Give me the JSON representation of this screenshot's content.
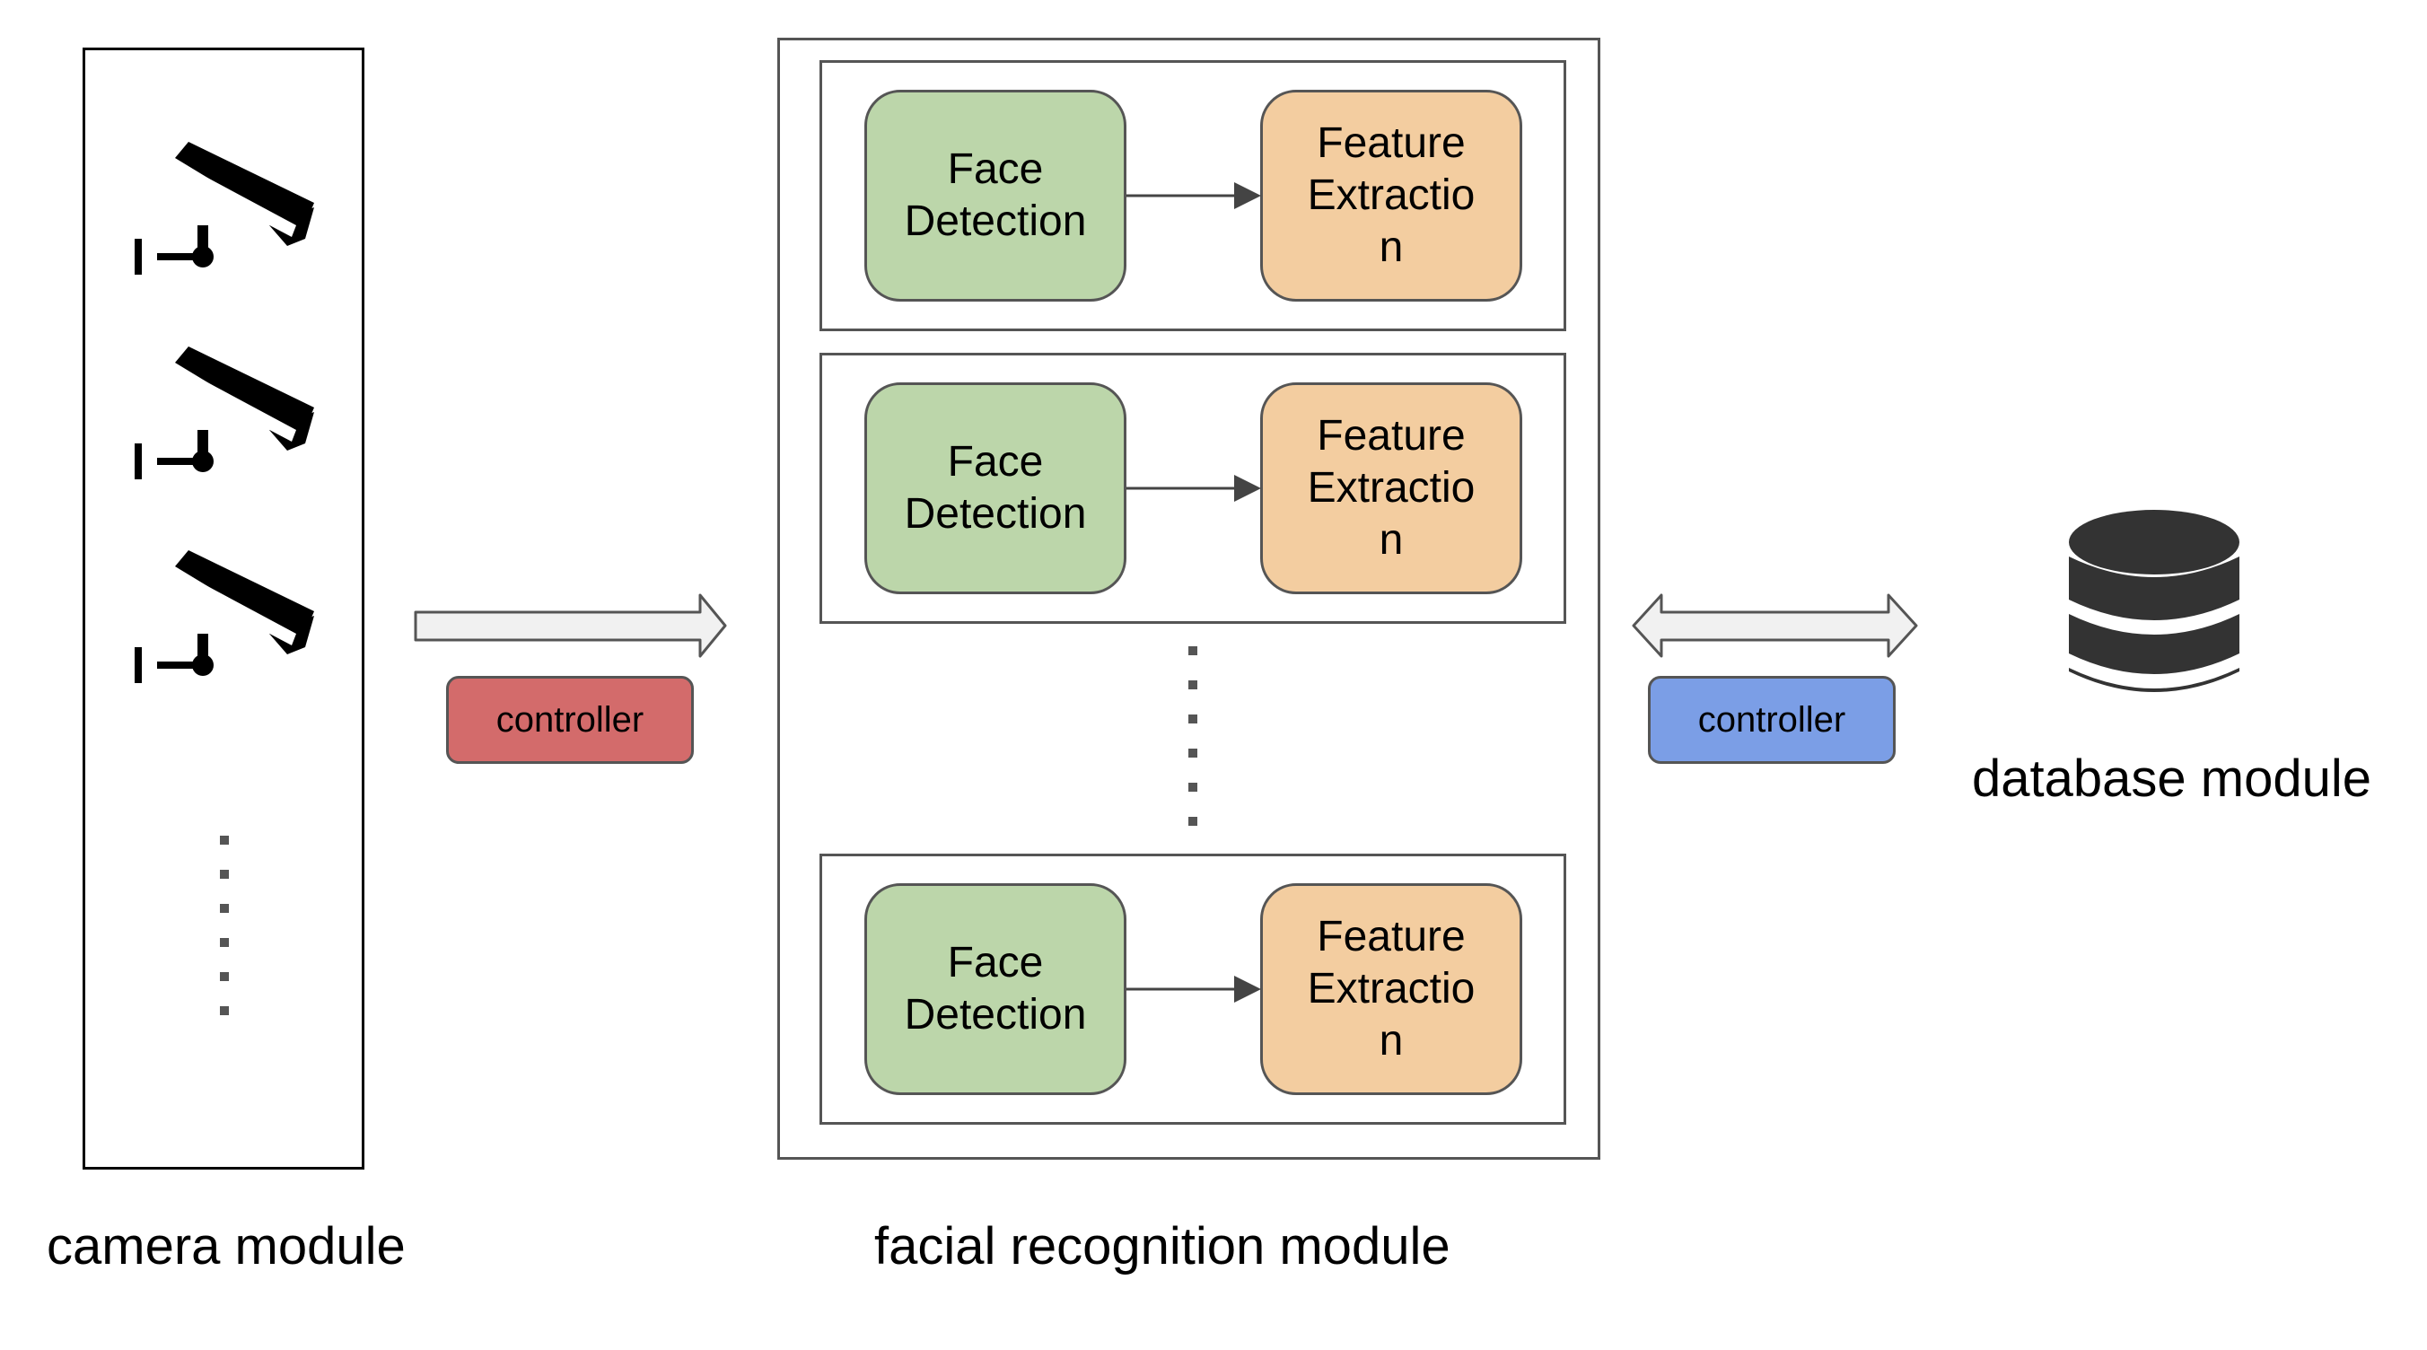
{
  "camera_module": {
    "label": "camera module",
    "camera_count": 3
  },
  "facial_module": {
    "label": "facial recognition module",
    "pipelines": [
      {
        "detection": "Face\nDetection",
        "extraction": "Feature\nExtractio\nn"
      },
      {
        "detection": "Face\nDetection",
        "extraction": "Feature\nExtractio\nn"
      },
      {
        "detection": "Face\nDetection",
        "extraction": "Feature\nExtractio\nn"
      }
    ]
  },
  "controllers": {
    "left": {
      "label": "controller",
      "color": "#d36b6b"
    },
    "right": {
      "label": "controller",
      "color": "#7b9ee6"
    }
  },
  "database_module": {
    "label": "database module",
    "icon": "database-icon"
  },
  "colors": {
    "face_detection": "#bcd6aa",
    "feature_extraction": "#f3cda0",
    "arrow_fill": "#f1f1f1"
  }
}
